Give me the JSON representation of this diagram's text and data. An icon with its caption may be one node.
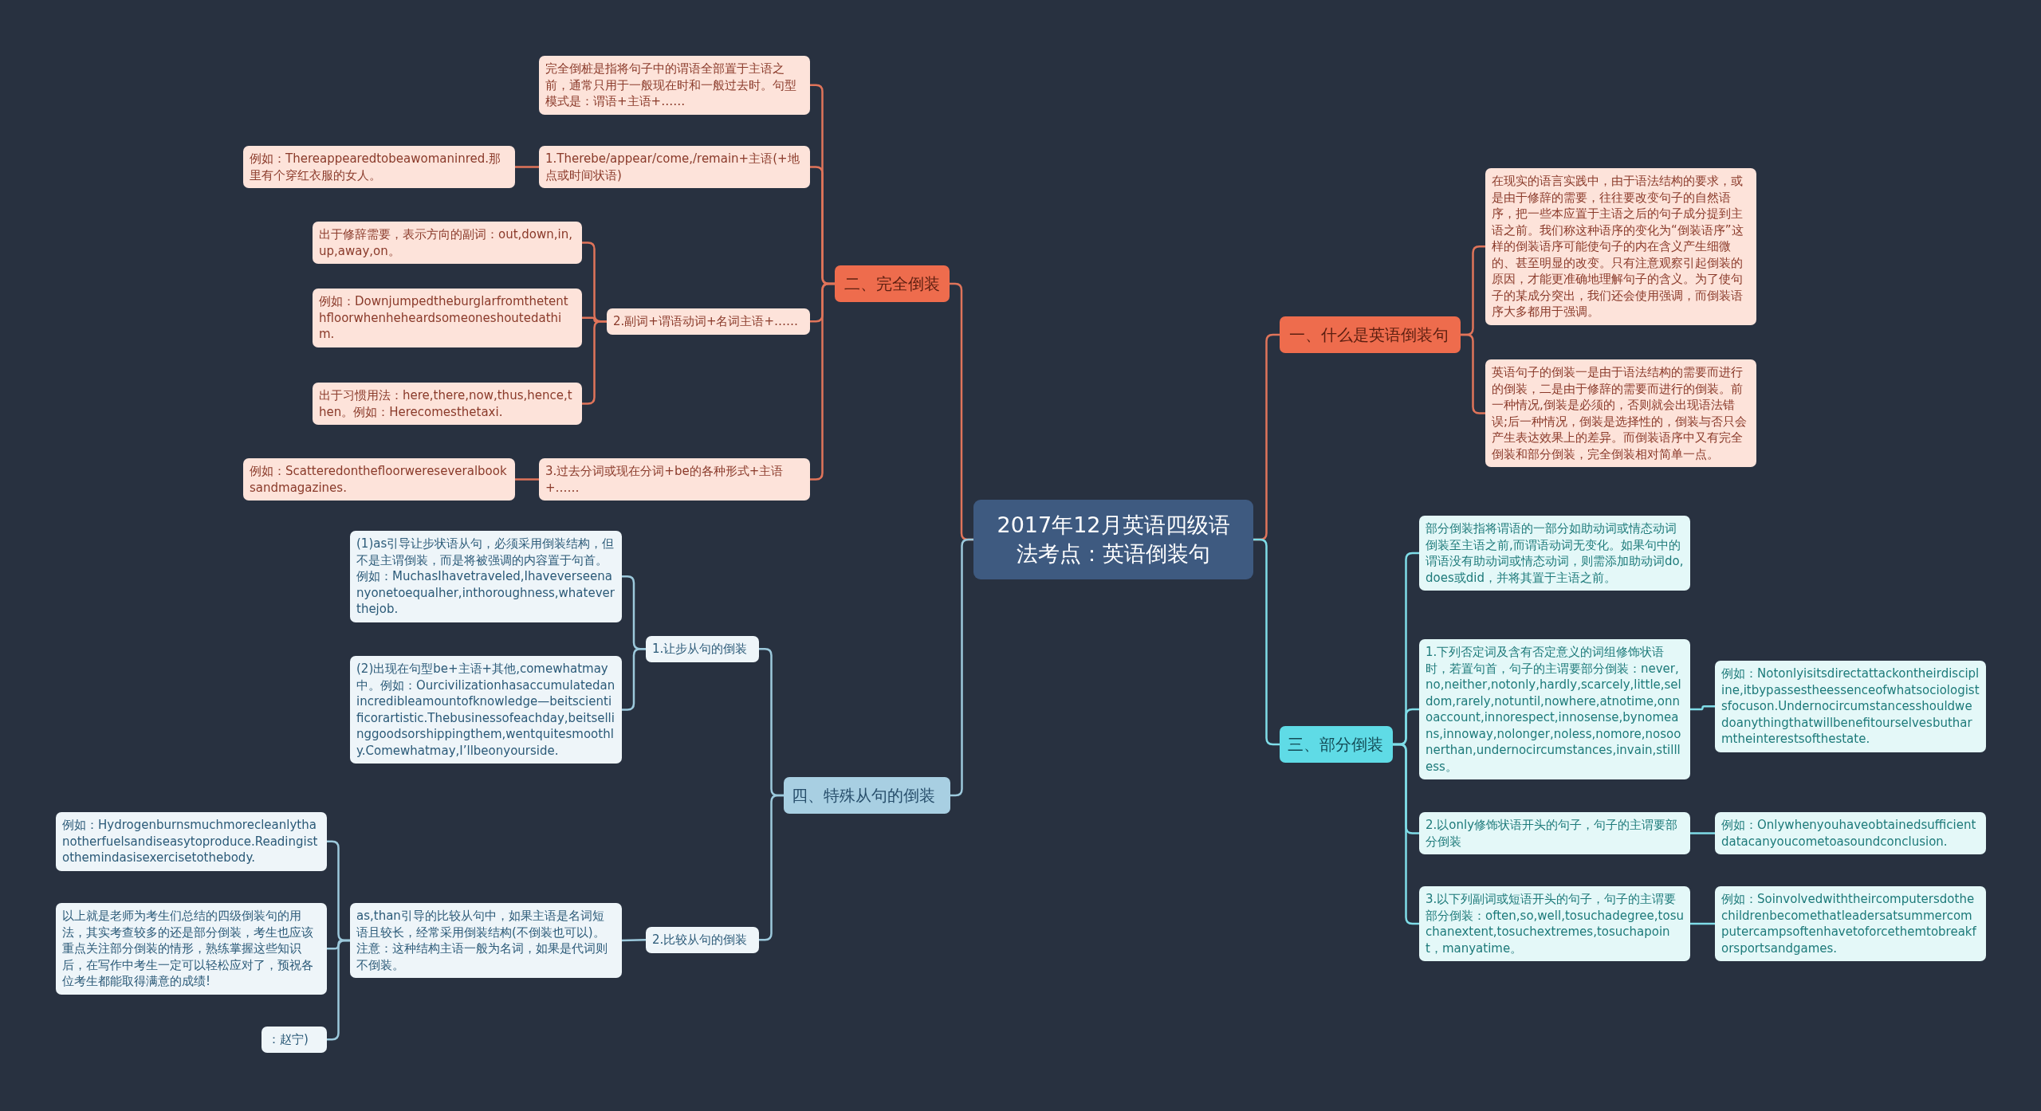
{
  "diagram": {
    "nodes": [
      {
        "text": [
          "2017年12月英语四级语法考点：英语倒装句"
        ]
      },
      {
        "text": [
          "一、什么是英语倒装句"
        ]
      },
      {
        "text": [
          "在现实的语言实践中，由于语法结构的要求，或是由于修辞的需要，往往要改变句子的自然语序，把一些本应置于主语之后的句子成分提到主语之前。我们称这种语序的变化为“倒装语序”这样的倒装语序可能使句子的内在含义产生细微的、甚至明显的改变。只有注意观察引起倒装的原因，才能更准确地理解句子的含义。为了使句子的某成分突出，我们还会使用强调，而倒装语序大多都用于强调。"
        ]
      },
      {
        "text": [
          "英语句子的倒装一是由于语法结构的需要而进行的倒装，二是由于修辞的需要而进行的倒装。前一种情况,倒装是必须的，否则就会出现语法错误;后一种情况，倒装是选择性的，倒装与否只会产生表达效果上的差异。而倒装语序中又有完全倒装和部分倒装，完全倒装相对简单一点。"
        ]
      },
      {
        "text": [
          "二、完全倒装"
        ]
      },
      {
        "text": [
          "完全倒桩是指将句子中的谓语全部置于主语之前，通常只用于一般现在时和一般过去时。句型模式是：谓语+主语+……"
        ]
      },
      {
        "text": [
          "1.Therebe/appear/come,/remain+主语(+地点或时间状语)"
        ]
      },
      {
        "text": [
          "例如：Thereappearedtobeawomaninred.那里有个穿红衣服的女人。"
        ]
      },
      {
        "text": [
          "2.副词+谓语动词+名词主语+……"
        ]
      },
      {
        "text": [
          "出于修辞需要，表示方向的副词：out,down,in,up,away,on。"
        ]
      },
      {
        "text": [
          "例如：Downjumpedtheburglarfromthetenthfloorwhenheheardsomeoneshoutedathim."
        ]
      },
      {
        "text": [
          "出于习惯用法：here,there,now,thus,hence,then。例如：Herecomesthetaxi."
        ]
      },
      {
        "text": [
          "3.过去分词或现在分词+be的各种形式+主语+……"
        ]
      },
      {
        "text": [
          "例如：Scatteredonthefloorwereseveralbooksandmagazines."
        ]
      },
      {
        "text": [
          "三、部分倒装"
        ]
      },
      {
        "text": [
          "部分倒装指将谓语的一部分如助动词或情态动词倒装至主语之前,而谓语动词无变化。如果句中的谓语没有助动词或情态动词，则需添加助动词do,does或did，并将其置于主语之前。"
        ]
      },
      {
        "text": [
          "1.下列否定词及含有否定意义的词组修饰状语时，若置句首，句子的主谓要部分倒装：never,no,neither,notonly,hardly,scarcely,little,seldom,rarely,notuntil,nowhere,atnotime,onnoaccount,innorespect,innosense,bynomeans,innoway,nolonger,noless,nomore,nosoonerthan,undernocircumstances,invain,stillless。"
        ]
      },
      {
        "text": [
          "例如：Notonlyisitsdirectattackontheirdiscipline,itbypassestheessenceofwhatsociologistsfocuson.Undernocircumstancesshouldwedoanythingthatwillbenefitourselvesbutharmtheinterestsofthestate."
        ]
      },
      {
        "text": [
          "2.以only修饰状语开头的句子，句子的主谓要部分倒装"
        ]
      },
      {
        "text": [
          "例如：Onlywhenyouhaveobtainedsufficientdatacanyoucometoasoundconclusion."
        ]
      },
      {
        "text": [
          "3.以下列副词或短语开头的句子，句子的主谓要部分倒装：often,so,well,tosuchadegree,tosuchanextent,tosuchextremes,tosuchapoint，manyatime。"
        ]
      },
      {
        "text": [
          "例如：Soinvolvedwiththeircomputersdothechildrenbecomethatleadersatsummercomputercampsoftenhavetoforcethemtobreakforsportsandgames."
        ]
      },
      {
        "text": [
          "四、特殊从句的倒装"
        ]
      },
      {
        "text": [
          "1.让步从句的倒装"
        ]
      },
      {
        "text": [
          "(1)as引导让步状语从句，必须采用倒装结构，但不是主谓倒装，而是将被强调的内容置于句首。例如：MuchasIhavetraveled,Ihaveverseenanyonetoequalher,inthoroughness,whateverthejob."
        ]
      },
      {
        "text": [
          "(2)出现在句型be+主语+其他,comewhatmay中。例如：Ourcivilizationhasaccumulatedanincredibleamountofknowledge—beitscientificorartistic.Thebusinessofeachday,beitsellinggoodsorshippingthem,wentquitesmoothly.Comewhatmay,I’llbeonyourside."
        ]
      },
      {
        "text": [
          "2.比较从句的倒装"
        ]
      },
      {
        "text": [
          "as,than引导的比较从句中，如果主语是名词短语且较长，经常采用倒装结构(不倒装也可以)。注意：这种结构主语一般为名词，如果是代词则不倒装。"
        ]
      },
      {
        "text": [
          "例如：Hydrogenburnsmuchmorecleanlythanotherfuelsandiseasytoproduce.Readingistothemindasisexercisetothebody."
        ]
      },
      {
        "text": [
          "以上就是老师为考生们总结的四级倒装句的用法，其实考查较多的还是部分倒装，考生也应该重点关注部分倒装的情形，熟练掌握这些知识后，在写作中考生一定可以轻松应对了，预祝各位考生都能取得满意的成绩!"
        ]
      },
      {
        "text": [
          "：赵宁)"
        ]
      }
    ],
    "edges": [
      {
        "from": 0,
        "to": 1,
        "arrow": "none"
      },
      {
        "from": 0,
        "to": 4,
        "arrow": "none"
      },
      {
        "from": 0,
        "to": 14,
        "arrow": "none",
        "color": "#7fdde8"
      },
      {
        "from": 0,
        "to": 22,
        "arrow": "none",
        "color": "#9cc9dc"
      },
      {
        "from": 1,
        "to": 2,
        "arrow": "none"
      },
      {
        "from": 1,
        "to": 3,
        "arrow": "none"
      },
      {
        "from": 4,
        "to": 5,
        "arrow": "none"
      },
      {
        "from": 4,
        "to": 6,
        "arrow": "none"
      },
      {
        "from": 4,
        "to": 8,
        "arrow": "none"
      },
      {
        "from": 4,
        "to": 12,
        "arrow": "none"
      },
      {
        "from": 6,
        "to": 7,
        "arrow": "none"
      },
      {
        "from": 8,
        "to": 9,
        "arrow": "none"
      },
      {
        "from": 8,
        "to": 10,
        "arrow": "none"
      },
      {
        "from": 8,
        "to": 11,
        "arrow": "none"
      },
      {
        "from": 12,
        "to": 13,
        "arrow": "none"
      },
      {
        "from": 14,
        "to": 15,
        "arrow": "none",
        "color": "#7fdde8"
      },
      {
        "from": 14,
        "to": 16,
        "arrow": "none",
        "color": "#7fdde8"
      },
      {
        "from": 14,
        "to": 18,
        "arrow": "none",
        "color": "#7fdde8"
      },
      {
        "from": 14,
        "to": 20,
        "arrow": "none",
        "color": "#7fdde8"
      },
      {
        "from": 16,
        "to": 17,
        "arrow": "none",
        "color": "#7fdde8"
      },
      {
        "from": 18,
        "to": 19,
        "arrow": "none",
        "color": "#7fdde8"
      },
      {
        "from": 20,
        "to": 21,
        "arrow": "none",
        "color": "#7fdde8"
      },
      {
        "from": 22,
        "to": 23,
        "arrow": "none",
        "color": "#9cc9dc"
      },
      {
        "from": 22,
        "to": 26,
        "arrow": "none",
        "color": "#9cc9dc"
      },
      {
        "from": 23,
        "to": 24,
        "arrow": "none",
        "color": "#9cc9dc"
      },
      {
        "from": 23,
        "to": 25,
        "arrow": "none",
        "color": "#9cc9dc"
      },
      {
        "from": 26,
        "to": 27,
        "arrow": "none",
        "color": "#9cc9dc"
      },
      {
        "from": 27,
        "to": 28,
        "arrow": "none",
        "color": "#9cc9dc"
      },
      {
        "from": 27,
        "to": 29,
        "arrow": "none",
        "color": "#9cc9dc"
      },
      {
        "from": 27,
        "to": 30,
        "arrow": "none",
        "color": "#9cc9dc"
      }
    ]
  }
}
